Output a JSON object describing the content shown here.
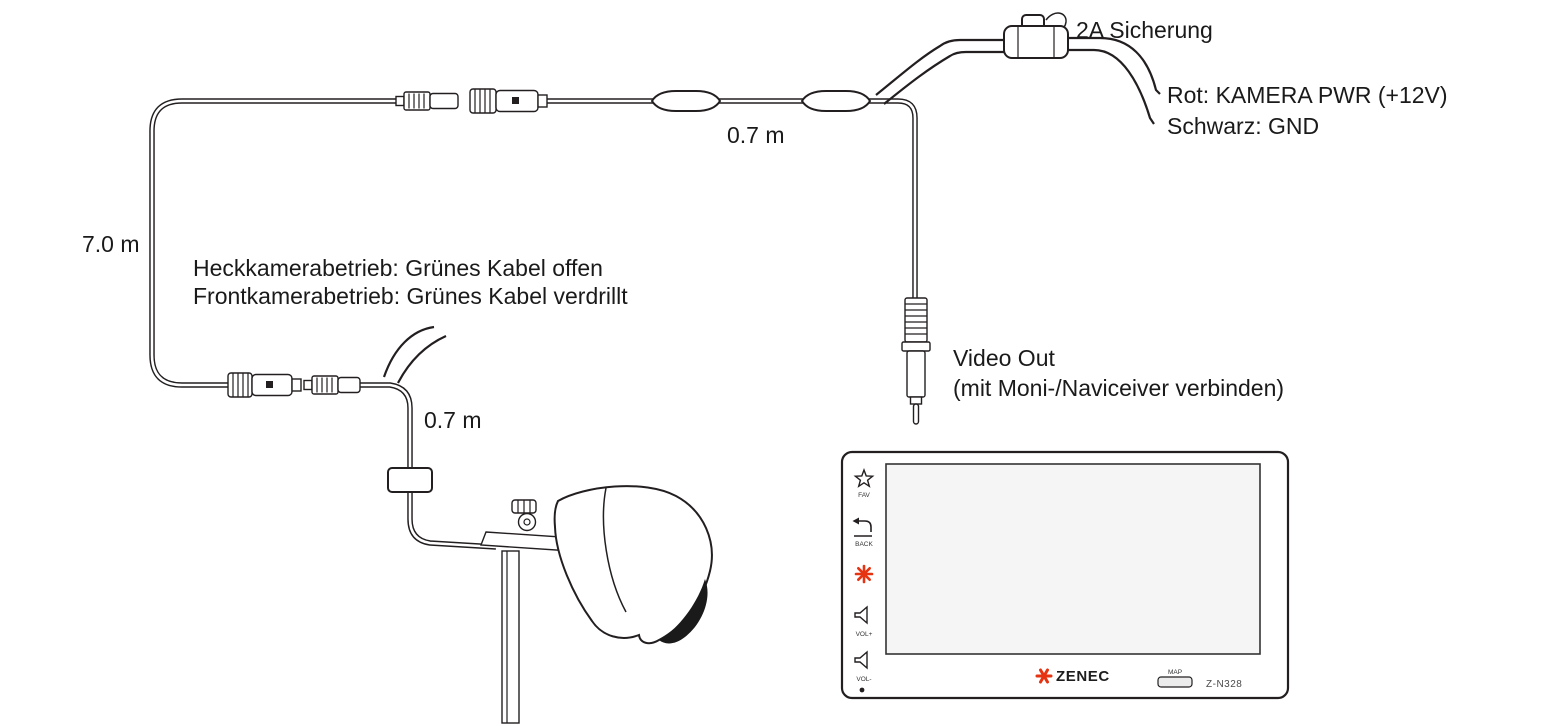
{
  "diagram_labels": {
    "fuse": "2A Sicherung",
    "wire_red": "Rot: KAMERA PWR (+12V)",
    "wire_black": "Schwarz: GND",
    "extension_cable_length": "0.7 m",
    "main_cable_length": "7.0 m",
    "mode_rear": "Heckkamerabetrieb: Grünes Kabel offen",
    "mode_front": "Frontkamerabetrieb: Grünes Kabel verdrillt",
    "camera_cable_length": "0.7 m",
    "video_out_line1": "Video Out",
    "video_out_line2": "(mit Moni-/Naviceiver verbinden)"
  },
  "head_unit": {
    "brand": "ZENEC",
    "model": "Z-N328",
    "card_slot": "MAP",
    "buttons": {
      "fav": "FAV",
      "back": "BACK",
      "vol_up": "VOL+",
      "vol_down": "VOL-"
    }
  },
  "icons": [
    "fav-star-icon",
    "back-arrow-icon",
    "dimmer-asterisk-icon",
    "vol-up-speaker-icon",
    "vol-down-speaker-icon",
    "zenec-star-icon",
    "fuse-holder-icon",
    "rca-plug-icon"
  ],
  "colors": {
    "line": "#231f20",
    "accent_red": "#e63312",
    "screen_fill": "#f5f5f5"
  }
}
